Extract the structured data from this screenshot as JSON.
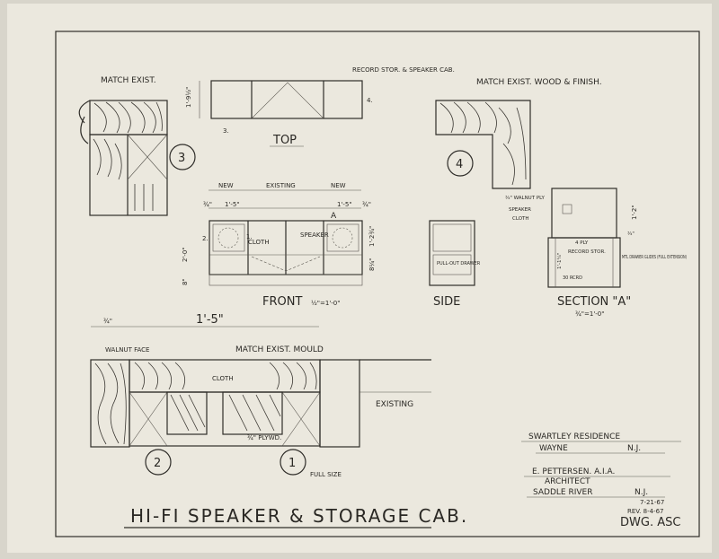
{
  "drawing": {
    "title": "HI-FI SPEAKER & STORAGE CAB.",
    "details": {
      "detail_3": {
        "number": "3",
        "note": "MATCH EXIST."
      },
      "top": {
        "label": "TOP",
        "note": "RECORD STOR. & SPEAKER CAB.",
        "dim_depth": "1'-9½\"",
        "ref_3": "3.",
        "ref_4": "4."
      },
      "detail_4": {
        "number": "4",
        "note": "MATCH EXIST. WOOD & FINISH."
      },
      "front": {
        "label": "FRONT",
        "scale": "½\"=1'-0\"",
        "new_left": "NEW",
        "existing": "EXISTING",
        "new_right": "NEW",
        "dim_left": "1'-5\"",
        "dim_right": "1'-5\"",
        "dim_small_left": "¾\"",
        "dim_small_right": "¾\"",
        "section_mark": "A",
        "dim_height": "2'-0\"",
        "dim_base": "8\"",
        "dim_upper": "1'-2¾\"",
        "dim_lower": "8¼\"",
        "ref_2": "2.",
        "ref_1": "1.",
        "cloth": "CLOTH",
        "speaker": "SPEAKER"
      },
      "side": {
        "label": "SIDE",
        "note": "PULL-OUT DRAWER"
      },
      "section_a": {
        "label": "SECTION \"A\"",
        "scale": "¾\"=1'-0\"",
        "walnut_ply": "¾\" WALNUT PLY",
        "speaker": "SPEAKER",
        "cloth": "CLOTH",
        "shelf": "4 PLY",
        "record_stor": "RECORD STOR.",
        "drawer_glides": "MTL DRAWER GLIDES (FULL EXTENSION)",
        "dim_upper": "1'-2\"",
        "dim_lower": "1'-1¼\"",
        "dim_small": "¾\"",
        "record_note": "30 RCRD"
      },
      "full_size": {
        "dim_left": "¾\"",
        "dim_main": "1'-5\"",
        "walnut_face": "WALNUT FACE",
        "mould": "MATCH EXIST. MOULD",
        "cloth": "CLOTH",
        "plywood": "¾\" PLYWD.",
        "existing": "EXISTING",
        "detail_2": "2",
        "detail_1": "1",
        "scale": "FULL SIZE"
      }
    },
    "title_block": {
      "project": "SWARTLEY RESIDENCE",
      "town": "WAYNE",
      "state": "N.J.",
      "architect_name": "E. PETTERSEN. A.I.A.",
      "architect_title": "ARCHITECT",
      "architect_town": "SADDLE RIVER",
      "architect_state": "N.J.",
      "date": "7-21-67",
      "revision": "REV. 8-4-67",
      "drawing_number": "DWG. ASC"
    }
  },
  "colors": {
    "paper": "#ebe8de",
    "ink": "#2a2824"
  }
}
